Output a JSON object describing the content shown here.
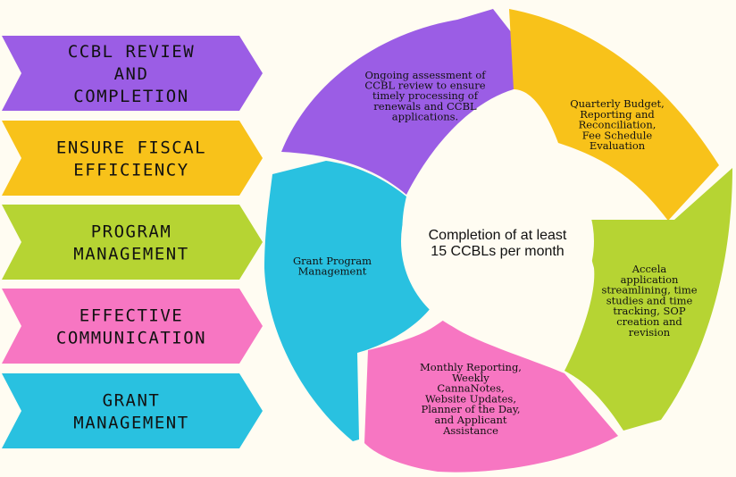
{
  "colors": {
    "background": "#fffcf2",
    "purple": "#9b5de5",
    "yellow": "#f8c21a",
    "green": "#b6d433",
    "pink": "#f776c2",
    "blue": "#29c1e0"
  },
  "chevrons": [
    {
      "lines": [
        "CCBL REVIEW",
        "AND",
        "COMPLETION"
      ],
      "color": "#9b5de5"
    },
    {
      "lines": [
        "ENSURE FISCAL",
        "EFFICIENCY"
      ],
      "color": "#f8c21a"
    },
    {
      "lines": [
        "PROGRAM",
        "MANAGEMENT"
      ],
      "color": "#b6d433"
    },
    {
      "lines": [
        "EFFECTIVE",
        "COMMUNICATION"
      ],
      "color": "#f776c2"
    },
    {
      "lines": [
        "GRANT",
        "MANAGEMENT"
      ],
      "color": "#29c1e0"
    }
  ],
  "center": {
    "lines": [
      "Completion of at least",
      "15 CCBLs per month"
    ]
  },
  "segments": [
    {
      "lines": [
        "Ongoing assessment of",
        "CCBL review to ensure",
        "timely processing of",
        "renewals and CCBL",
        "applications."
      ],
      "color": "#9b5de5"
    },
    {
      "lines": [
        "Quarterly Budget,",
        "Reporting and",
        "Reconciliation,",
        "Fee Schedule",
        "Evaluation"
      ],
      "color": "#f8c21a"
    },
    {
      "lines": [
        "Accela",
        "application",
        "streamlining, time",
        "studies and time",
        "tracking, SOP",
        "creation and",
        "revision"
      ],
      "color": "#b6d433"
    },
    {
      "lines": [
        "Monthly Reporting,",
        "Weekly",
        "CannaNotes,",
        "Website Updates,",
        "Planner of the Day,",
        "and Applicant",
        "Assistance"
      ],
      "color": "#f776c2"
    },
    {
      "lines": [
        "Grant Program",
        "Management"
      ],
      "color": "#29c1e0"
    }
  ]
}
